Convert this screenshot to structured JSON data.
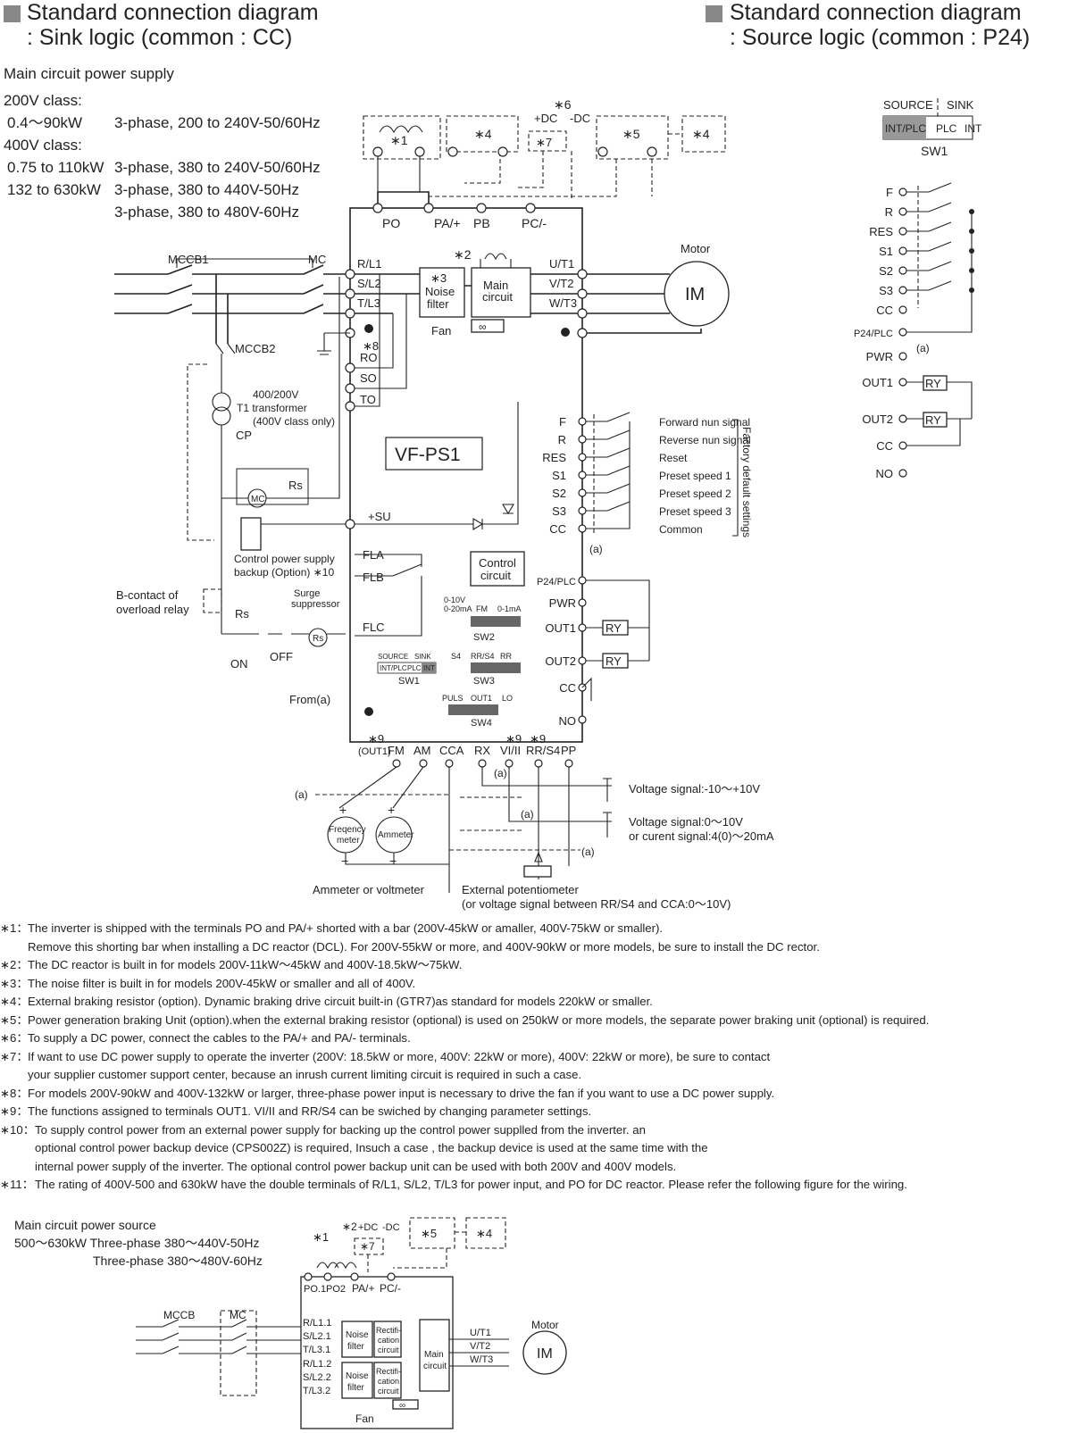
{
  "titles": {
    "sink_line1": "Standard connection diagram",
    "sink_line2": ": Sink logic (common : CC)",
    "source_line1": "Standard connection diagram",
    "source_line2": ": Source logic (common : P24)"
  },
  "power_supply": {
    "heading": "Main circuit power supply",
    "class200": "200V class:",
    "r1_range": "0.4〜90kW",
    "r1_spec": "3-phase, 200 to 240V-50/60Hz",
    "class400": "400V class:",
    "r2_range": "0.75 to 110kW",
    "r2_spec": "3-phase, 380 to 240V-50/60Hz",
    "r3_range": "132 to 630kW",
    "r3_spec": "3-phase, 380 to 440V-50Hz",
    "r4_spec": "3-phase, 380 to 480V-60Hz"
  },
  "main_diagram": {
    "mccb1": "MCCB1",
    "mc": "MC",
    "mccb2": "MCCB2",
    "motor": "Motor",
    "im": "IM",
    "model": "VF-PS1",
    "noise_filter_mark": "∗3",
    "noise_filter_line1": "Noise",
    "noise_filter_line2": "filter",
    "fan": "Fan",
    "main_circuit_line1": "Main",
    "main_circuit_line2": "circuit",
    "control_circuit_line1": "Control",
    "control_circuit_line2": "circuit",
    "mark1": "∗1",
    "mark2": "∗2",
    "mark4": "∗4",
    "mark5": "∗5",
    "mark6": "∗6",
    "mark7": "∗7",
    "mark8": "∗8",
    "mark9": "∗9",
    "plus_dc": "+DC",
    "minus_dc": "-DC",
    "po": "PO",
    "pa": "PA/+",
    "pb": "PB",
    "pc": "PC/-",
    "rl1": "R/L1",
    "sl2": "S/L2",
    "tl3": "T/L3",
    "ut1": "U/T1",
    "vt2": "V/T2",
    "wt3": "W/T3",
    "ro": "RO",
    "so": "SO",
    "to": "TO",
    "transformer_line1": "400/200V",
    "transformer_line2": "T1 transformer",
    "transformer_line3": "(400V class only)",
    "cp": "CP",
    "rs": "Rs",
    "mc_coil": "MC",
    "su": "+SU",
    "fla": "FLA",
    "flb": "FLB",
    "flc": "FLC",
    "backup_line1": "Control power supply",
    "backup_line2": "backup (Option) ∗10",
    "bcontact_line1": "B-contact of",
    "bcontact_line2": "overload relay",
    "surge_line1": "Surge",
    "surge_line2": "suppressor",
    "on": "ON",
    "off": "OFF",
    "from_a": "From(a)",
    "a_mark": "(a)",
    "terminals_left": [
      "F",
      "R",
      "RES",
      "S1",
      "S2",
      "S3",
      "CC"
    ],
    "signals": [
      "Forward nun signal",
      "Reverse nun signal",
      "Reset",
      "Preset speed 1",
      "Preset speed 2",
      "Preset speed 3",
      "Common"
    ],
    "factory_default": "Factory default settings",
    "p24plc": "P24/PLC",
    "pwr": "PWR",
    "out1": "OUT1",
    "out2": "OUT2",
    "cc": "CC",
    "no": "NO",
    "ry": "RY",
    "sw1_label": "SW1",
    "sw1_source": "SOURCE",
    "sw1_sink": "SINK",
    "sw1_intplc": "INT/PLC",
    "sw1_plc": "PLC",
    "sw1_int": "INT",
    "sw2_label": "SW2",
    "sw2_left": "0-10V",
    "sw2_left2": "0-20mA",
    "sw2_fm": "FM",
    "sw2_right": "0-1mA",
    "sw3_label": "SW3",
    "sw3_s4": "S4",
    "sw3_rrs4": "RR/S4",
    "sw3_rr": "RR",
    "sw4_label": "SW4",
    "sw4_puls": "PULS",
    "sw4_out1": "OUT1",
    "sw4_lo": "LO",
    "bottom_terminals": [
      "(OUT1)",
      "FM",
      "AM",
      "CCA",
      "RX",
      "VI/II",
      "RR/S4",
      "PP"
    ],
    "freq_meter_line1": "Freqency",
    "freq_meter_line2": "meter",
    "ammeter": "Ammeter",
    "ammeter_or_voltmeter": "Ammeter or voltmeter",
    "voltage_signal1": "Voltage signal:-10〜+10V",
    "voltage_signal2": "Voltage signal:0〜10V",
    "current_signal": "or curent signal:4(0)〜20mA",
    "ext_pot_line1": "External potentiometer",
    "ext_pot_line2": "(or voltage signal between RR/S4 and CCA:0〜10V)"
  },
  "source_diagram": {
    "source": "SOURCE",
    "sink": "SINK",
    "intplc": "INT/PLC",
    "plc": "PLC",
    "int": "INT",
    "sw1": "SW1",
    "terminals": [
      "F",
      "R",
      "RES",
      "S1",
      "S2",
      "S3",
      "CC",
      "P24/PLC",
      "PWR",
      "OUT1",
      "OUT2",
      "CC",
      "NO"
    ],
    "a_mark": "(a)",
    "ry": "RY"
  },
  "notes": [
    {
      "mark": "∗1：",
      "lines": [
        "The inverter is shipped with the terminals PO and PA/+ shorted with a bar (200V-45kW or amaller, 400V-75kW or smaller).",
        "Remove this shorting bar when installing a DC reactor (DCL). For 200V-55kW or more, and 400V-90kW or more models, be sure to install the DC rector."
      ]
    },
    {
      "mark": "∗2：",
      "lines": [
        "The DC reactor is built in for models 200V-11kW〜45kW and 400V-18.5kW〜75kW."
      ]
    },
    {
      "mark": "∗3：",
      "lines": [
        "The noise filter is built in for models 200V-45kW or smaller and all of 400V."
      ]
    },
    {
      "mark": "∗4：",
      "lines": [
        "External braking resistor (option). Dynamic braking drive circuit built-in (GTR7)as standard for models 220kW or smaller."
      ]
    },
    {
      "mark": "∗5：",
      "lines": [
        "Power generation braking Unit (option).when the external braking resistor (optional) is used on 250kW or more models, the separate power braking unit (optional) is required."
      ]
    },
    {
      "mark": "∗6：",
      "lines": [
        "To supply a DC power, connect the cables to the PA/+ and PA/- terminals."
      ]
    },
    {
      "mark": "∗7：",
      "lines": [
        "If want to use DC power supply to operate the inverter (200V: 18.5kW or more, 400V: 22kW or more), 400V: 22kW or more), be sure to contact",
        "your supplier customer support center, because an inrush current limiting circuit is required in such a case."
      ]
    },
    {
      "mark": "∗8：",
      "lines": [
        "For models 200V-90kW and 400V-132kW or larger, three-phase power input is necessary to drive the fan if you want to use a DC power supply."
      ]
    },
    {
      "mark": "∗9：",
      "lines": [
        "The functions assigned to terminals OUT1. VI/II and RR/S4 can be swiched by changing parameter settings."
      ]
    },
    {
      "mark": "∗10：",
      "lines": [
        "To supply control power from an external power supply for backing up the control power supplled from the inverter. an",
        "optional control power backup device (CPS002Z) is required, Insuch a case , the backup device is used at the same time with the",
        "internal power supply of the inverter. The optional control power backup unit can be used with both 200V and 400V models."
      ]
    },
    {
      "mark": "∗11：",
      "lines": [
        "The rating of 400V-500 and 630kW have the double terminals of R/L1, S/L2, T/L3 for power input, and PO for DC reactor. Please refer the following figure for the wiring."
      ]
    }
  ],
  "bottom_diagram": {
    "heading": "Main circuit power source",
    "line1": "500〜630kW Three-phase 380〜440V-50Hz",
    "line2": "Three-phase 380〜480V-60Hz",
    "mark1": "∗1",
    "mark2": "∗2",
    "mark4": "∗4",
    "mark5": "∗5",
    "mark7": "∗7",
    "plus_dc": "+DC",
    "minus_dc": "-DC",
    "po1": "PO.1",
    "po2": "PO2",
    "pa": "PA/+",
    "pc": "PC/-",
    "mccb": "MCCB",
    "mc": "MC",
    "inputs": [
      "R/L1.1",
      "S/L2.1",
      "T/L3.1",
      "R/L1.2",
      "S/L2.2",
      "T/L3.2"
    ],
    "noise1": "Noise",
    "noise2": "filter",
    "rect1": "Rectifi-",
    "rect2": "cation",
    "rect3": "circuit",
    "main1": "Main",
    "main2": "circuit",
    "outputs": [
      "U/T1",
      "V/T2",
      "W/T3"
    ],
    "motor": "Motor",
    "im": "IM",
    "fan": "Fan"
  }
}
